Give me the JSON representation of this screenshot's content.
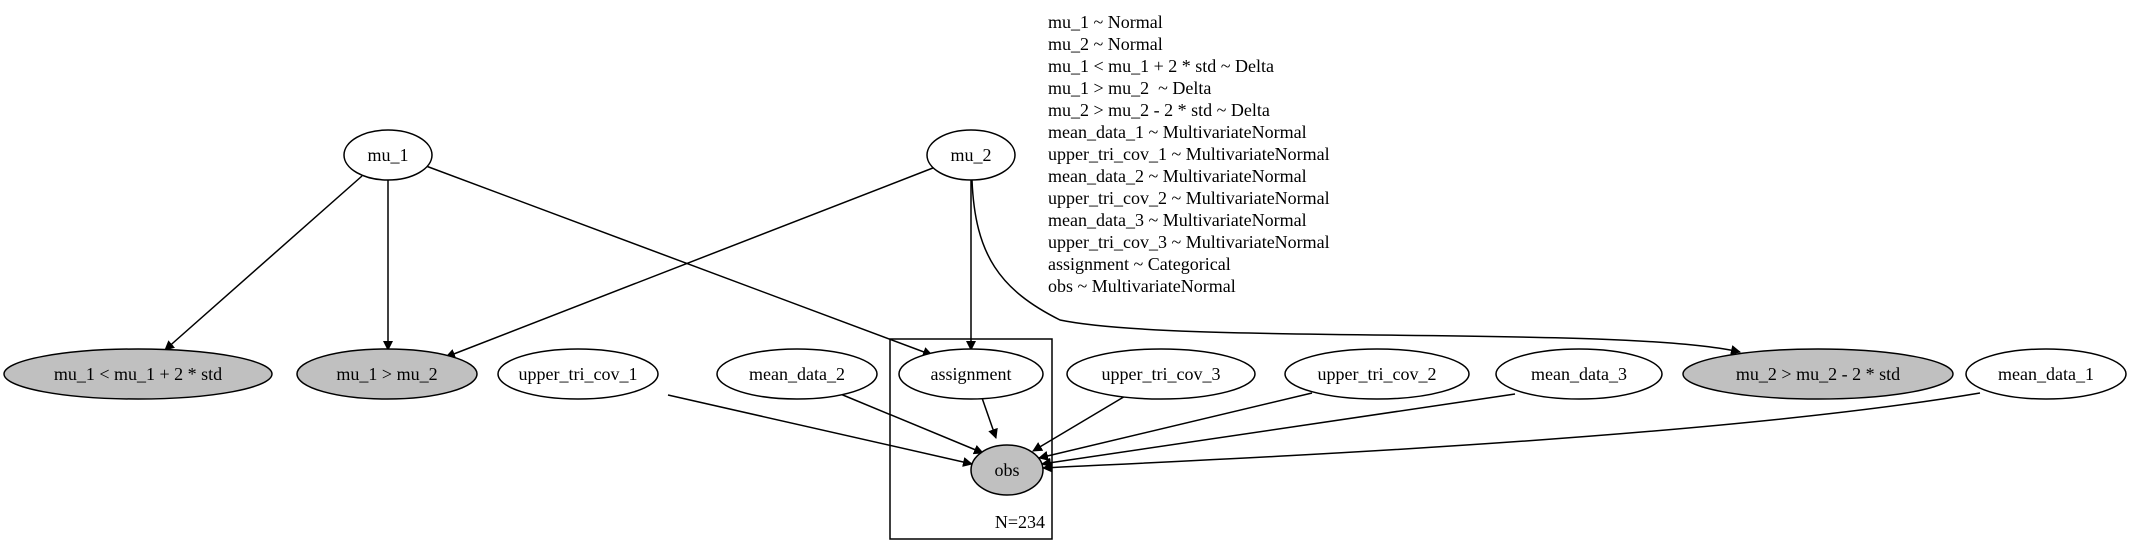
{
  "nodes": {
    "mu_1": {
      "label": "mu_1",
      "observed": false
    },
    "mu_2": {
      "label": "mu_2",
      "observed": false
    },
    "mu_1_constraint": {
      "label": "mu_1 < mu_1 + 2 * std",
      "observed": true
    },
    "mu_1_gt_mu_2": {
      "label": "mu_1 > mu_2",
      "observed": true
    },
    "upper_tri_cov_1": {
      "label": "upper_tri_cov_1",
      "observed": false
    },
    "mean_data_2": {
      "label": "mean_data_2",
      "observed": false
    },
    "assignment": {
      "label": "assignment",
      "observed": false
    },
    "upper_tri_cov_3": {
      "label": "upper_tri_cov_3",
      "observed": false
    },
    "upper_tri_cov_2": {
      "label": "upper_tri_cov_2",
      "observed": false
    },
    "mean_data_3": {
      "label": "mean_data_3",
      "observed": false
    },
    "mu_2_constraint": {
      "label": "mu_2 > mu_2 - 2 * std",
      "observed": true
    },
    "mean_data_1": {
      "label": "mean_data_1",
      "observed": false
    },
    "obs": {
      "label": "obs",
      "observed": true
    }
  },
  "edges": [
    {
      "from": "mu_1",
      "to": "mu_1_constraint"
    },
    {
      "from": "mu_1",
      "to": "mu_1_gt_mu_2"
    },
    {
      "from": "mu_1",
      "to": "assignment"
    },
    {
      "from": "mu_2",
      "to": "mu_1_gt_mu_2"
    },
    {
      "from": "mu_2",
      "to": "assignment"
    },
    {
      "from": "mu_2",
      "to": "mu_2_constraint"
    },
    {
      "from": "assignment",
      "to": "obs"
    },
    {
      "from": "upper_tri_cov_1",
      "to": "obs"
    },
    {
      "from": "mean_data_2",
      "to": "obs"
    },
    {
      "from": "upper_tri_cov_3",
      "to": "obs"
    },
    {
      "from": "upper_tri_cov_2",
      "to": "obs"
    },
    {
      "from": "mean_data_3",
      "to": "obs"
    },
    {
      "from": "mean_data_1",
      "to": "obs"
    }
  ],
  "plate": {
    "label": "N=234"
  },
  "legend": [
    "mu_1 ~ Normal",
    "mu_2 ~ Normal",
    "mu_1 < mu_1 + 2 * std ~ Delta",
    "mu_1 > mu_2  ~ Delta",
    "mu_2 > mu_2 - 2 * std ~ Delta",
    "mean_data_1 ~ MultivariateNormal",
    "upper_tri_cov_1 ~ MultivariateNormal",
    "mean_data_2 ~ MultivariateNormal",
    "upper_tri_cov_2 ~ MultivariateNormal",
    "mean_data_3 ~ MultivariateNormal",
    "upper_tri_cov_3 ~ MultivariateNormal",
    "assignment ~ Categorical",
    "obs ~ MultivariateNormal"
  ],
  "colors": {
    "observed_fill": "#c0c0c0",
    "latent_fill": "#ffffff",
    "stroke": "#000000"
  }
}
